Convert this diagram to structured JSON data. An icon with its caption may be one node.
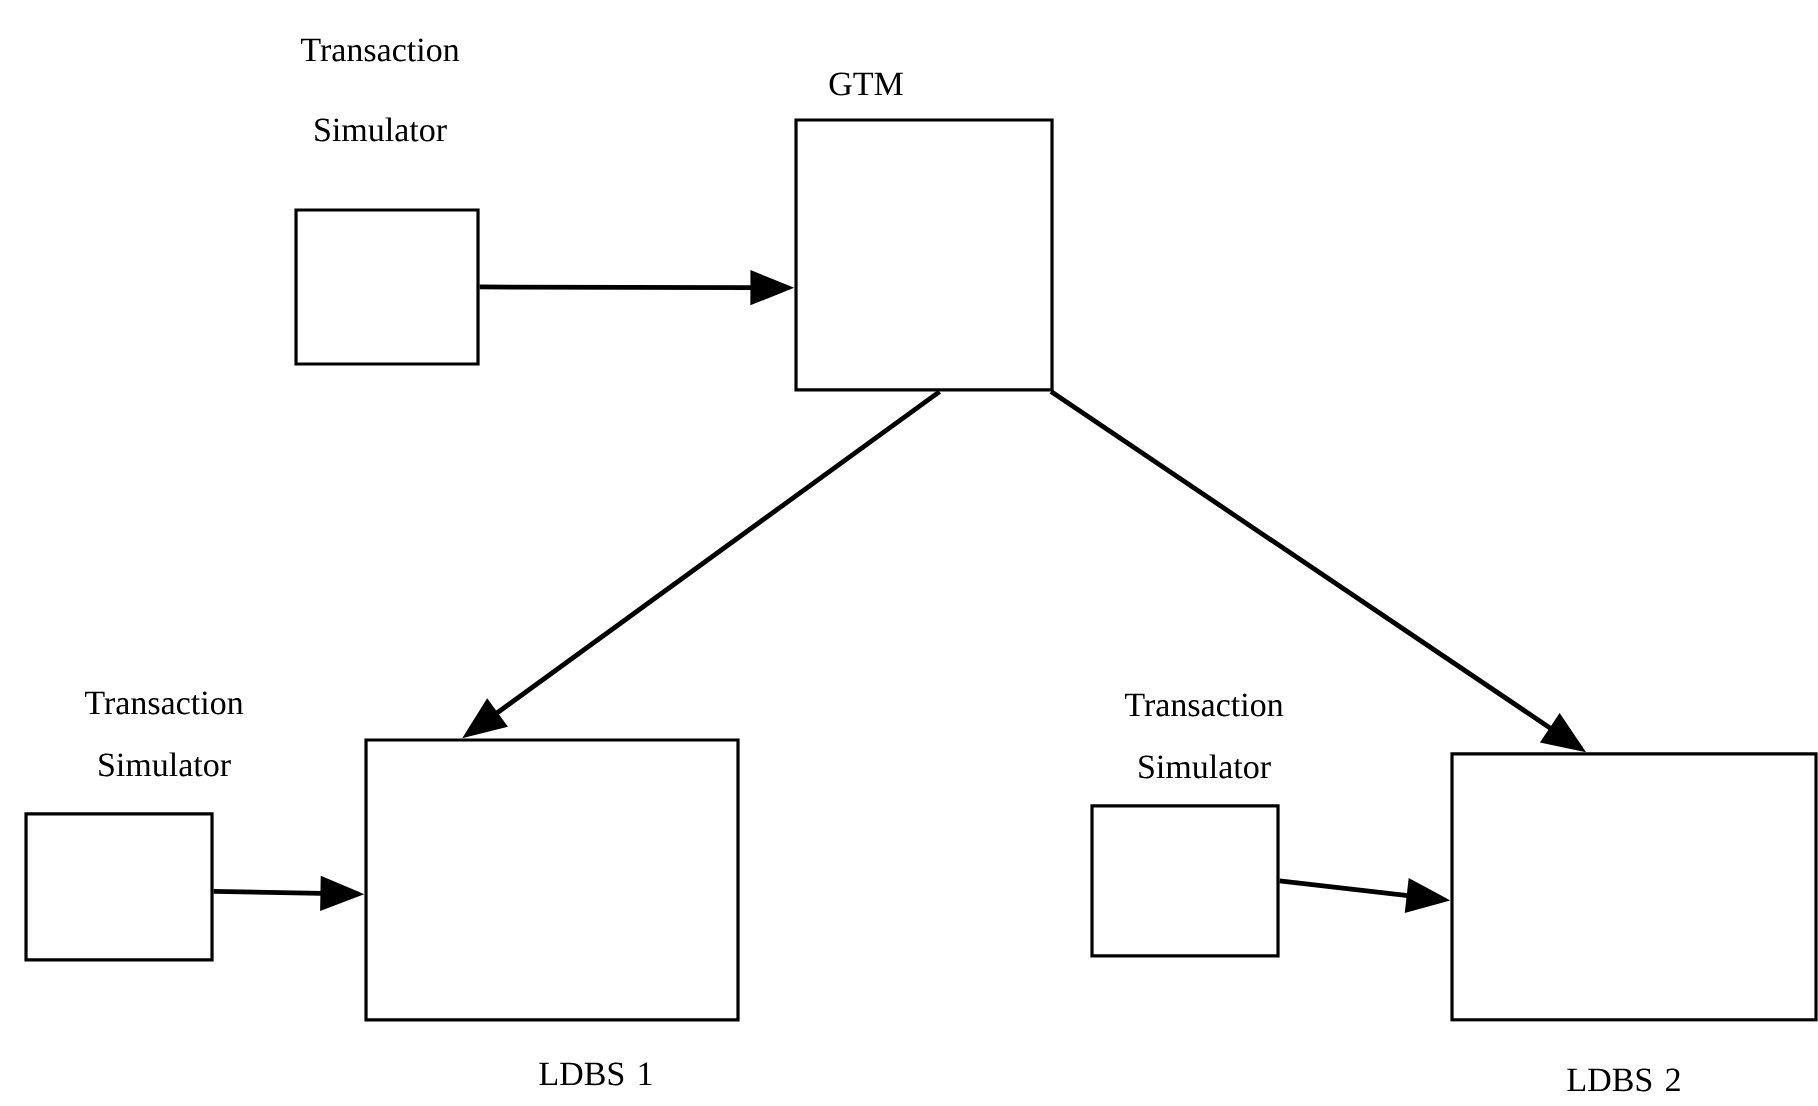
{
  "diagram": {
    "nodes": [
      {
        "text": [
          "Transaction Simulator"
        ]
      },
      {
        "text": [
          "GTM"
        ]
      },
      {
        "text": [
          "Transaction Simulator"
        ]
      },
      {
        "text": [
          "LDBS 1"
        ]
      },
      {
        "text": [
          "Transaction Simulator"
        ]
      },
      {
        "text": [
          "LDBS 2"
        ]
      }
    ],
    "edges": [
      {
        "from": 0,
        "to": 1,
        "arrow": "to"
      },
      {
        "from": 1,
        "to": 3,
        "arrow": "to"
      },
      {
        "from": 1,
        "to": 5,
        "arrow": "to"
      },
      {
        "from": 2,
        "to": 3,
        "arrow": "to"
      },
      {
        "from": 4,
        "to": 5,
        "arrow": "to"
      }
    ]
  }
}
